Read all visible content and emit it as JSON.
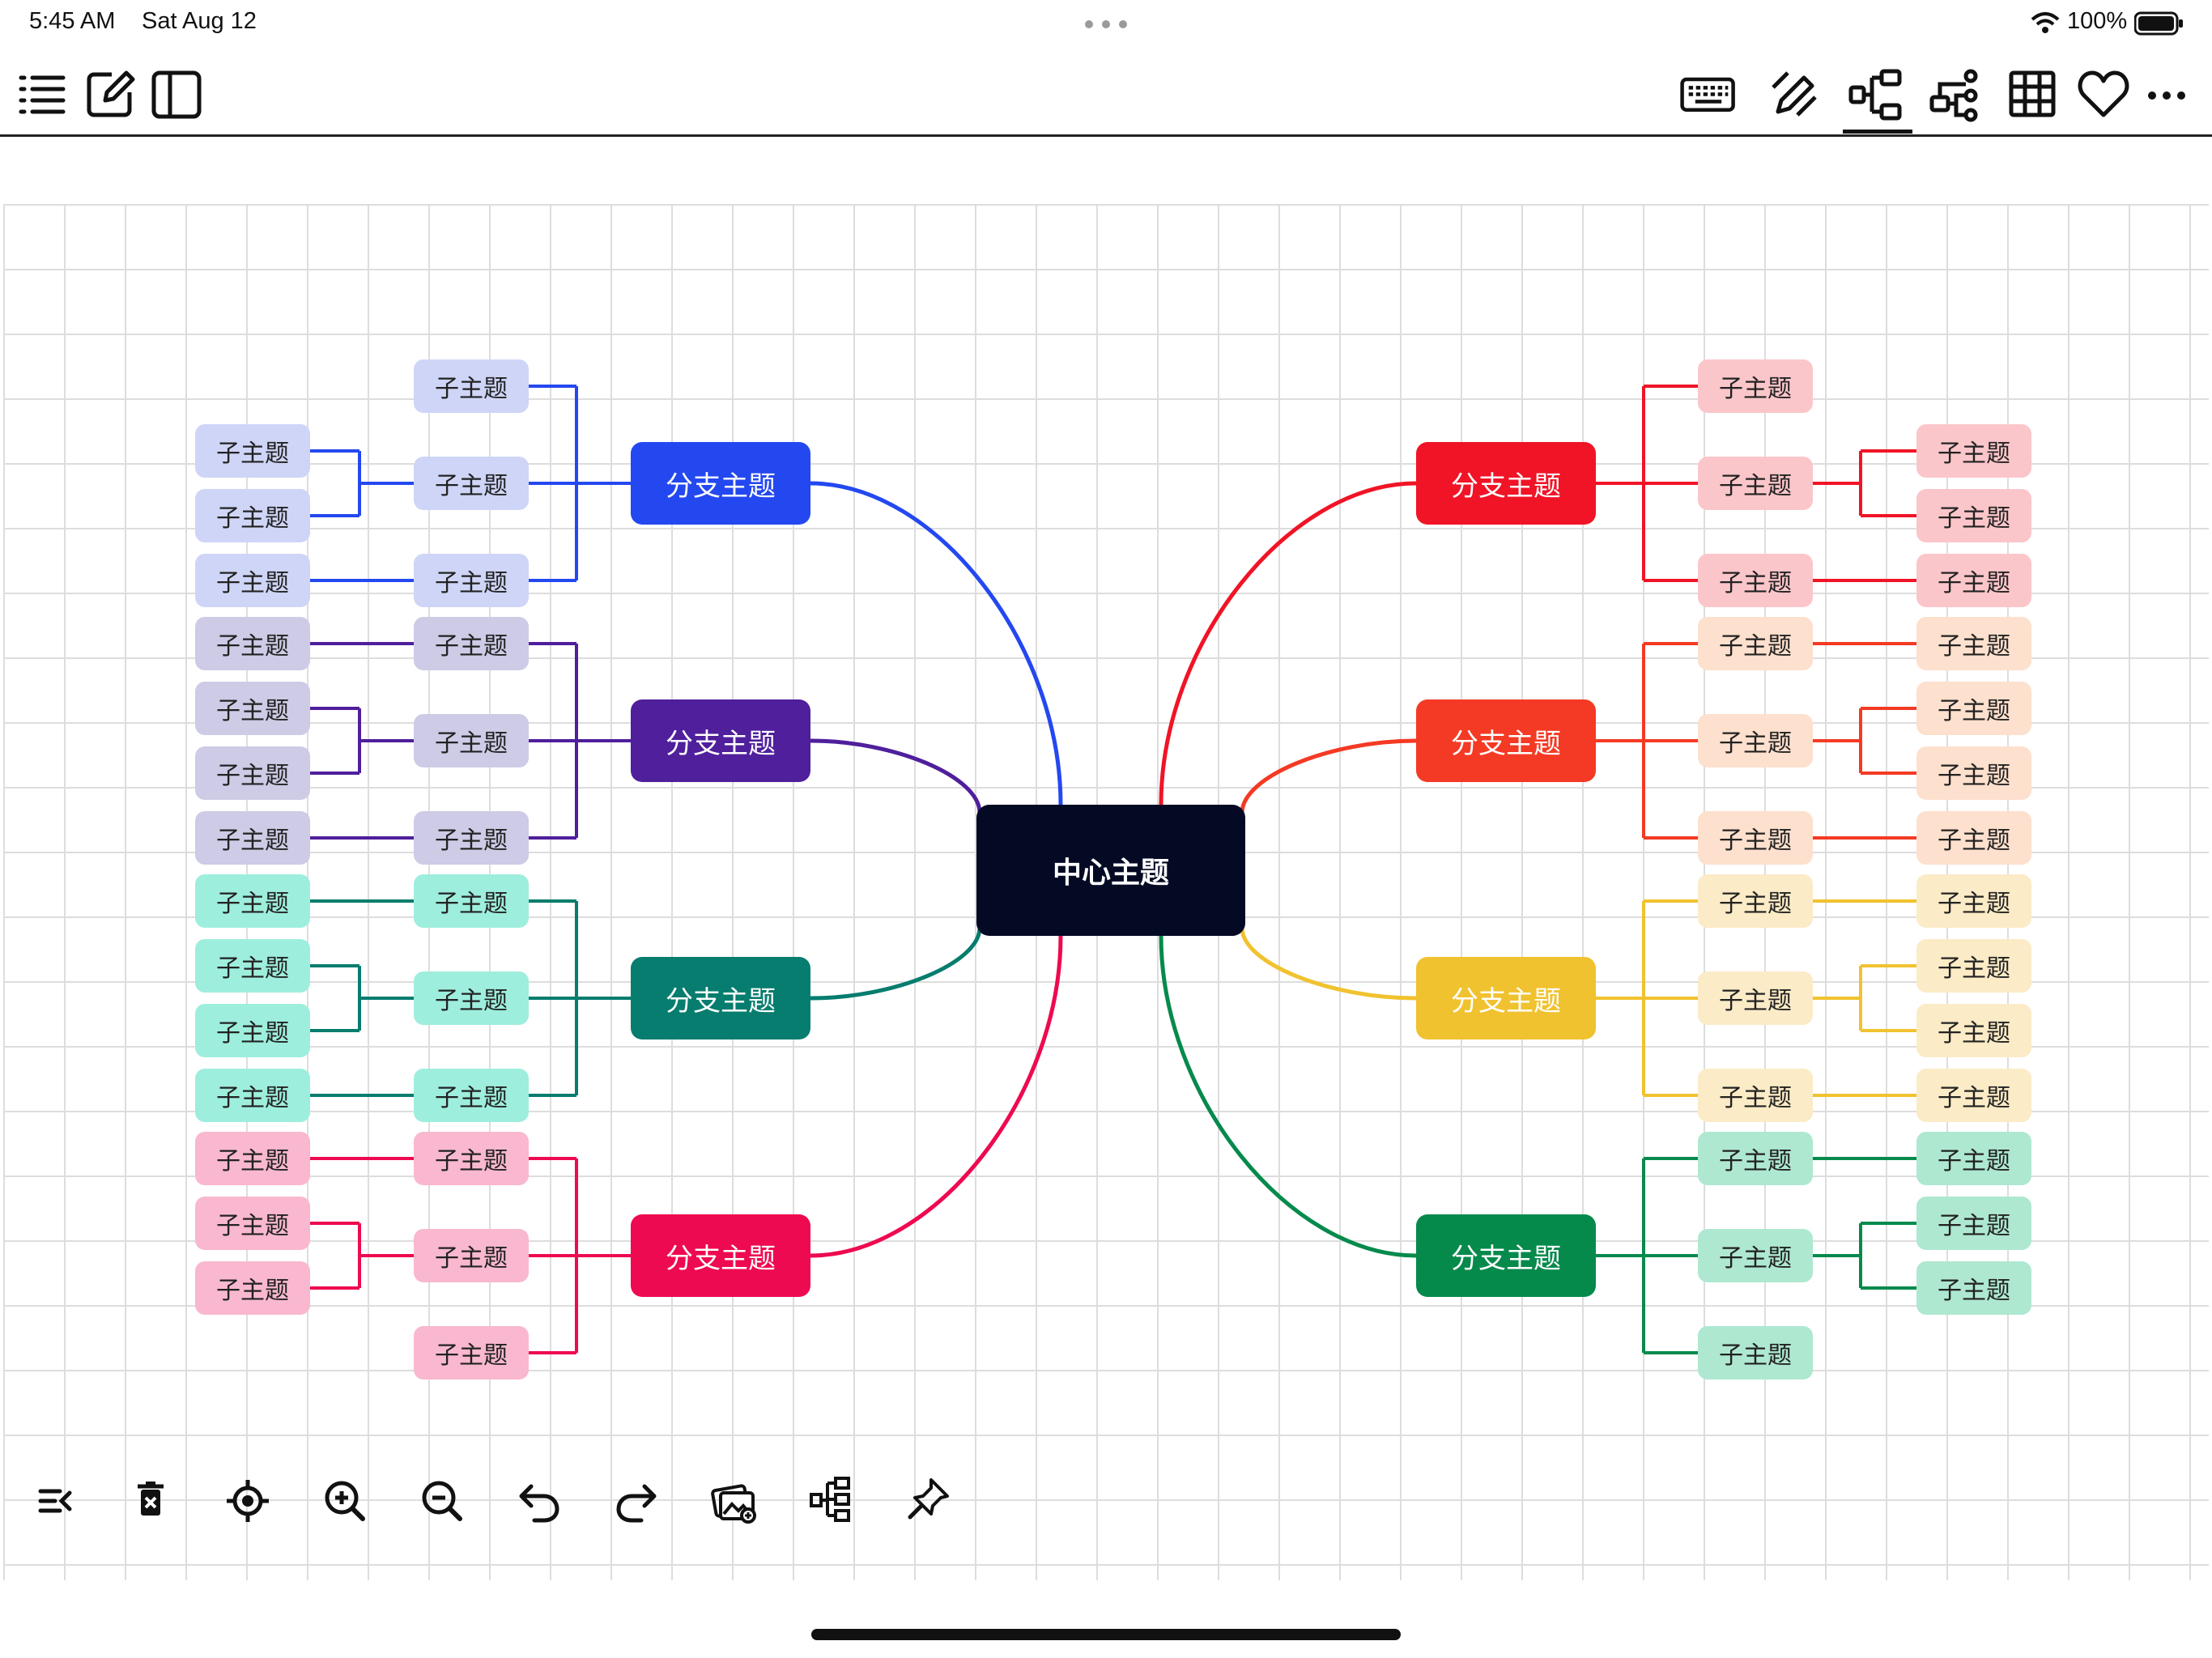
{
  "status_bar": {
    "time": "5:45 AM",
    "date": "Sat Aug 12",
    "battery": "100%"
  },
  "top_toolbar": {
    "left_icons": [
      "outline-list-icon",
      "edit-note-icon",
      "sidebar-panel-icon"
    ],
    "right_icons": [
      "keyboard-icon",
      "pen-draw-icon",
      "mindmap-structure-icon",
      "tree-layout-icon",
      "grid-table-icon",
      "heart-icon",
      "more-icon"
    ],
    "active_icon": "mindmap-structure-icon"
  },
  "mindmap": {
    "center": {
      "label": "中心主题",
      "color": "#050a24"
    },
    "branches": [
      {
        "id": "b1",
        "label": "分支主题",
        "color": "#2448f0",
        "sub_fill": "#cfd5f7",
        "children": [
          {
            "label": "子主题",
            "children": []
          },
          {
            "label": "子主题",
            "children": [
              {
                "label": "子主题"
              },
              {
                "label": "子主题"
              }
            ]
          },
          {
            "label": "子主题",
            "children": [
              {
                "label": "子主题"
              }
            ]
          }
        ]
      },
      {
        "id": "b2",
        "label": "分支主题",
        "color": "#4f1f9c",
        "sub_fill": "#cdcbe6",
        "children": [
          {
            "label": "子主题",
            "children": [
              {
                "label": "子主题"
              }
            ]
          },
          {
            "label": "子主题",
            "children": [
              {
                "label": "子主题"
              },
              {
                "label": "子主题"
              }
            ]
          },
          {
            "label": "子主题",
            "children": [
              {
                "label": "子主题"
              }
            ]
          }
        ]
      },
      {
        "id": "b3",
        "label": "分支主题",
        "color": "#067d6e",
        "sub_fill": "#9eeedd",
        "children": [
          {
            "label": "子主题",
            "children": [
              {
                "label": "子主题"
              }
            ]
          },
          {
            "label": "子主题",
            "children": [
              {
                "label": "子主题"
              },
              {
                "label": "子主题"
              }
            ]
          },
          {
            "label": "子主题",
            "children": [
              {
                "label": "子主题"
              }
            ]
          }
        ]
      },
      {
        "id": "b4",
        "label": "分支主题",
        "color": "#ee0a50",
        "sub_fill": "#f9b8cf",
        "children": [
          {
            "label": "子主题",
            "children": [
              {
                "label": "子主题"
              }
            ]
          },
          {
            "label": "子主题",
            "children": [
              {
                "label": "子主题"
              },
              {
                "label": "子主题"
              }
            ]
          },
          {
            "label": "子主题",
            "children": []
          }
        ]
      },
      {
        "id": "b5",
        "label": "分支主题",
        "color": "#f01426",
        "sub_fill": "#fbc6ca",
        "children": [
          {
            "label": "子主题",
            "children": []
          },
          {
            "label": "子主题",
            "children": [
              {
                "label": "子主题"
              },
              {
                "label": "子主题"
              }
            ]
          },
          {
            "label": "子主题",
            "children": [
              {
                "label": "子主题"
              }
            ]
          }
        ]
      },
      {
        "id": "b6",
        "label": "分支主题",
        "color": "#f43a24",
        "sub_fill": "#fde0cd",
        "children": [
          {
            "label": "子主题",
            "children": [
              {
                "label": "子主题"
              }
            ]
          },
          {
            "label": "子主题",
            "children": [
              {
                "label": "子主题"
              },
              {
                "label": "子主题"
              }
            ]
          },
          {
            "label": "子主题",
            "children": [
              {
                "label": "子主题"
              }
            ]
          }
        ]
      },
      {
        "id": "b7",
        "label": "分支主题",
        "color": "#f1c22f",
        "sub_fill": "#fbebc6",
        "children": [
          {
            "label": "子主题",
            "children": [
              {
                "label": "子主题"
              }
            ]
          },
          {
            "label": "子主题",
            "children": [
              {
                "label": "子主题"
              },
              {
                "label": "子主题"
              }
            ]
          },
          {
            "label": "子主题",
            "children": [
              {
                "label": "子主题"
              }
            ]
          }
        ]
      },
      {
        "id": "b8",
        "label": "分支主题",
        "color": "#068a4c",
        "sub_fill": "#aee8d1",
        "children": [
          {
            "label": "子主题",
            "children": [
              {
                "label": "子主题"
              }
            ]
          },
          {
            "label": "子主题",
            "children": [
              {
                "label": "子主题"
              },
              {
                "label": "子主题"
              }
            ]
          },
          {
            "label": "子主题",
            "children": []
          }
        ]
      }
    ]
  },
  "bottom_toolbar": {
    "icons": [
      "collapse-panel-icon",
      "delete-icon",
      "locate-center-icon",
      "zoom-in-icon",
      "zoom-out-icon",
      "undo-icon",
      "redo-icon",
      "insert-image-icon",
      "layout-structure-icon",
      "magic-pin-icon"
    ]
  }
}
